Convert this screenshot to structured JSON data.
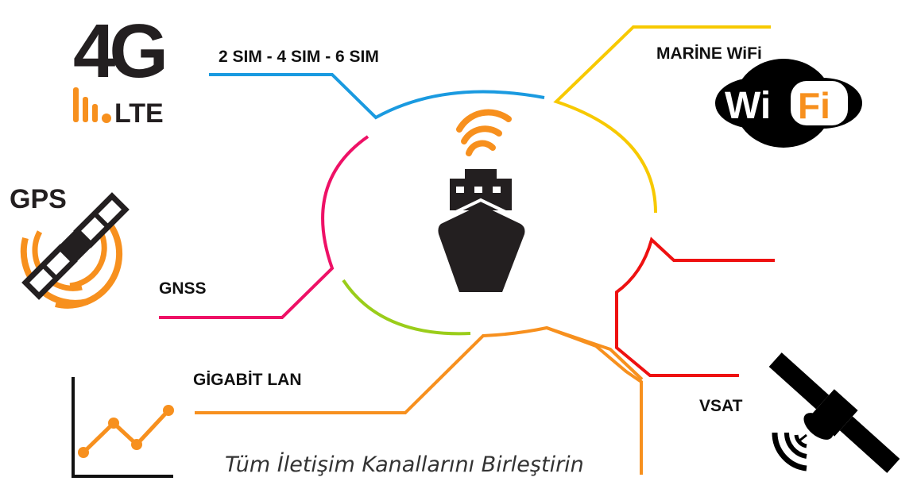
{
  "labels": {
    "lte": "2 SIM - 4 SIM - 6 SIM",
    "wifi": "MARİNE WiFi",
    "gnss": "GNSS",
    "lan": "GİGABİT LAN",
    "vsat": "VSAT"
  },
  "tagline": "Tüm İletişim Kanallarını Birleştirin",
  "logos": {
    "lte_top": "4G",
    "lte_bottom": "LTE",
    "gps": "GPS",
    "wifi_left": "Wi",
    "wifi_right": "Fi"
  },
  "colors": {
    "blue": "#1a9ae0",
    "yellow": "#f7c900",
    "red": "#ee1111",
    "pink": "#ee1166",
    "green": "#9acd1a",
    "orange": "#f7901e",
    "dark": "#231f20"
  }
}
